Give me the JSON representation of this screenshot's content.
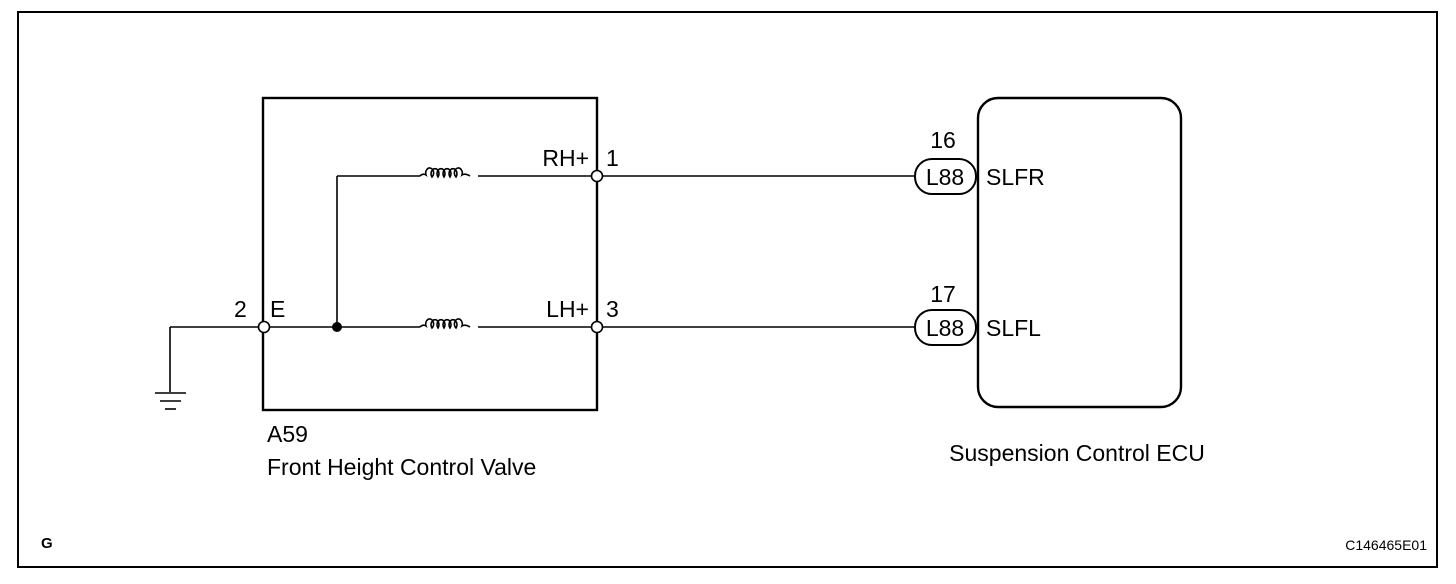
{
  "valve": {
    "connector": "A59",
    "name": "Front Height Control Valve",
    "pins": {
      "e_pin_number": "2",
      "e_pin_label": "E",
      "rh_pin_number": "1",
      "rh_pin_label": "RH+",
      "lh_pin_number": "3",
      "lh_pin_label": "LH+"
    }
  },
  "ecu": {
    "name": "Suspension Control ECU",
    "slfr": {
      "pin_number": "16",
      "connector": "L88",
      "signal": "SLFR"
    },
    "slfl": {
      "pin_number": "17",
      "connector": "L88",
      "signal": "SLFL"
    }
  },
  "footer": {
    "corner_letter": "G",
    "figure_code": "C146465E01"
  }
}
